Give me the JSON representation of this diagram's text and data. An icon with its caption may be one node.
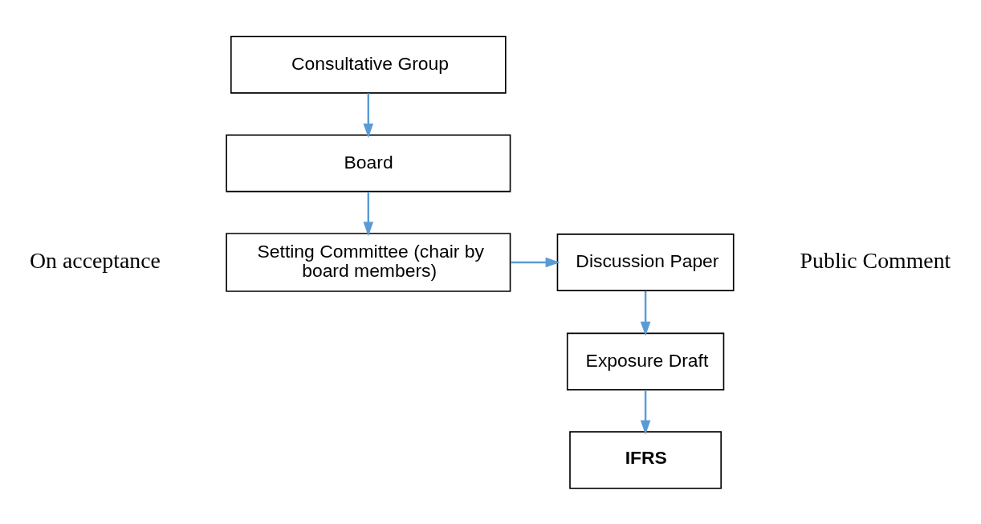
{
  "diagram": {
    "nodes": [
      {
        "text": [
          "Consultative Group"
        ]
      },
      {
        "text": [
          "Board"
        ]
      },
      {
        "text": [
          "Setting Committee (chair by board members)"
        ]
      },
      {
        "text": [
          "Discussion Paper"
        ],
        "beside": [
          "Public Comment"
        ]
      },
      {
        "text": [
          "Exposure Draft"
        ]
      },
      {
        "text": [
          "IFRS"
        ]
      }
    ],
    "edges": [
      {
        "from": 0,
        "to": 1,
        "arrow": "to"
      },
      {
        "from": 1,
        "to": 2,
        "arrow": "to"
      },
      {
        "from": 2,
        "to": 3,
        "arrow": "to"
      },
      {
        "from": 3,
        "to": 4,
        "arrow": "to"
      },
      {
        "from": 4,
        "to": 5,
        "arrow": "to"
      }
    ],
    "labels": [
      "On acceptance"
    ]
  }
}
